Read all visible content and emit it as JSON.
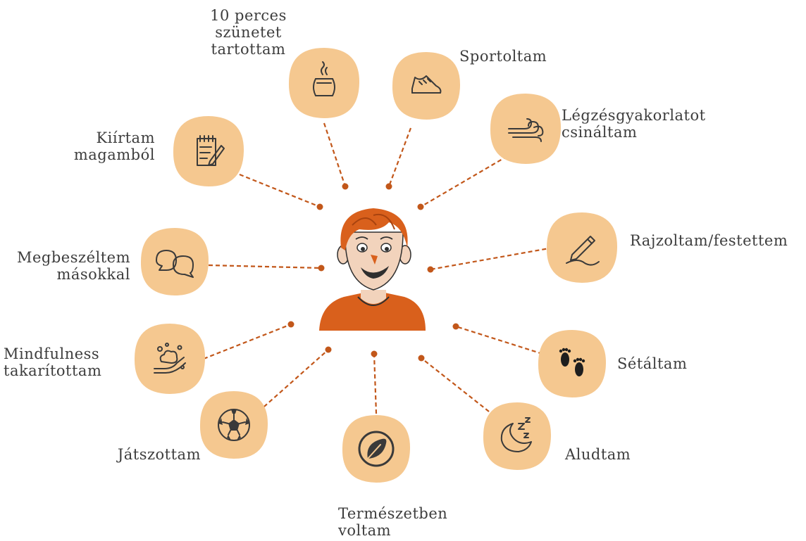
{
  "center": {
    "figure": "smiling-person-icon"
  },
  "colors": {
    "blob": "#f5c890",
    "connector": "#c2571a",
    "icon": "#3a3a3a",
    "text": "#3d3d3d",
    "shirt": "#d9601c",
    "hair": "#d9601c"
  },
  "activities": [
    {
      "id": "break",
      "icon": "tea-cup-icon",
      "lines": [
        "10 perces",
        "szünetet",
        "tartottam"
      ]
    },
    {
      "id": "sport",
      "icon": "sneaker-icon",
      "lines": [
        "Sportoltam"
      ]
    },
    {
      "id": "breathing",
      "icon": "wind-icon",
      "lines": [
        "Légzésgyakorlatot",
        "csináltam"
      ]
    },
    {
      "id": "drawing",
      "icon": "pencil-icon",
      "lines": [
        "Rajzoltam/festettem"
      ]
    },
    {
      "id": "walking",
      "icon": "footprints-icon",
      "lines": [
        "Sétáltam"
      ]
    },
    {
      "id": "sleeping",
      "icon": "moon-zzz-icon",
      "lines": [
        "Aludtam"
      ]
    },
    {
      "id": "nature",
      "icon": "leaf-icon",
      "lines": [
        "Természetben",
        "voltam"
      ]
    },
    {
      "id": "playing",
      "icon": "soccer-ball-icon",
      "lines": [
        "Játszottam"
      ]
    },
    {
      "id": "cleaning",
      "icon": "washing-hands-icon",
      "lines": [
        "Mindfulness",
        "takarítottam"
      ]
    },
    {
      "id": "talking",
      "icon": "speech-bubbles-icon",
      "lines": [
        "Megbeszéltem",
        "másokkal"
      ]
    },
    {
      "id": "writing",
      "icon": "notepad-icon",
      "lines": [
        "Kiírtam",
        "magamból"
      ]
    }
  ]
}
